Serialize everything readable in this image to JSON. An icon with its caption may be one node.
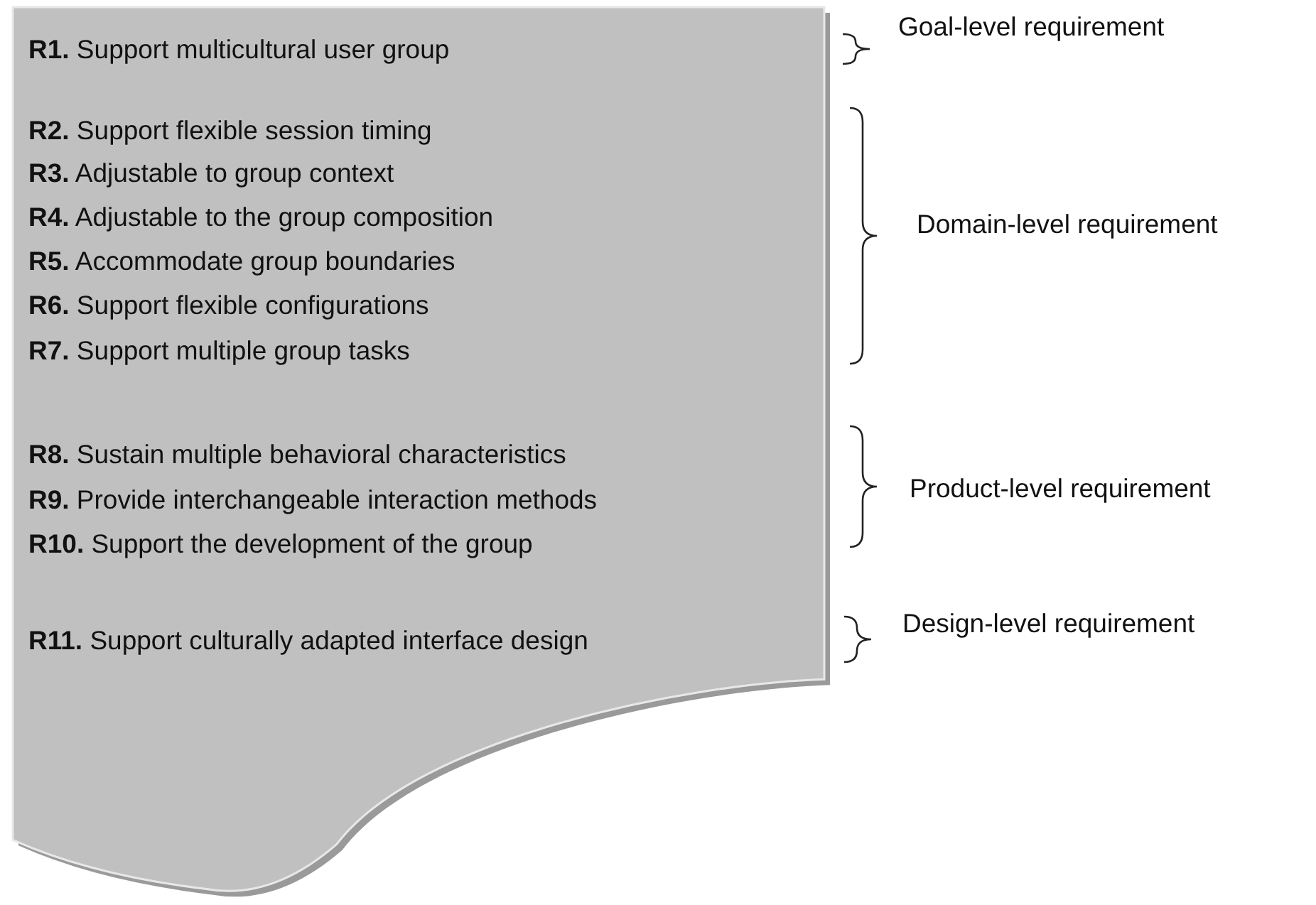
{
  "diagram": {
    "nodes": [
      {
        "text": [
          "**R1.** Support multicultural user group",
          "**R2.** Support flexible session timing",
          "**R3.** Adjustable to group context",
          "**R4.** Adjustable to the group composition",
          "**R5.** Accommodate group boundaries",
          "**R6.** Support flexible configurations",
          "**R7.** Support multiple group tasks",
          "**R8.** Sustain multiple behavioral characteristics",
          "**R9.** Provide interchangeable interaction methods",
          "**R10.** Support the development of the group",
          "**R11.** Support culturally adapted interface design"
        ]
      }
    ],
    "labels": [
      "Goal-level requirement",
      "Domain-level requirement",
      "Product-level requirement",
      "Design-level requirement"
    ]
  }
}
